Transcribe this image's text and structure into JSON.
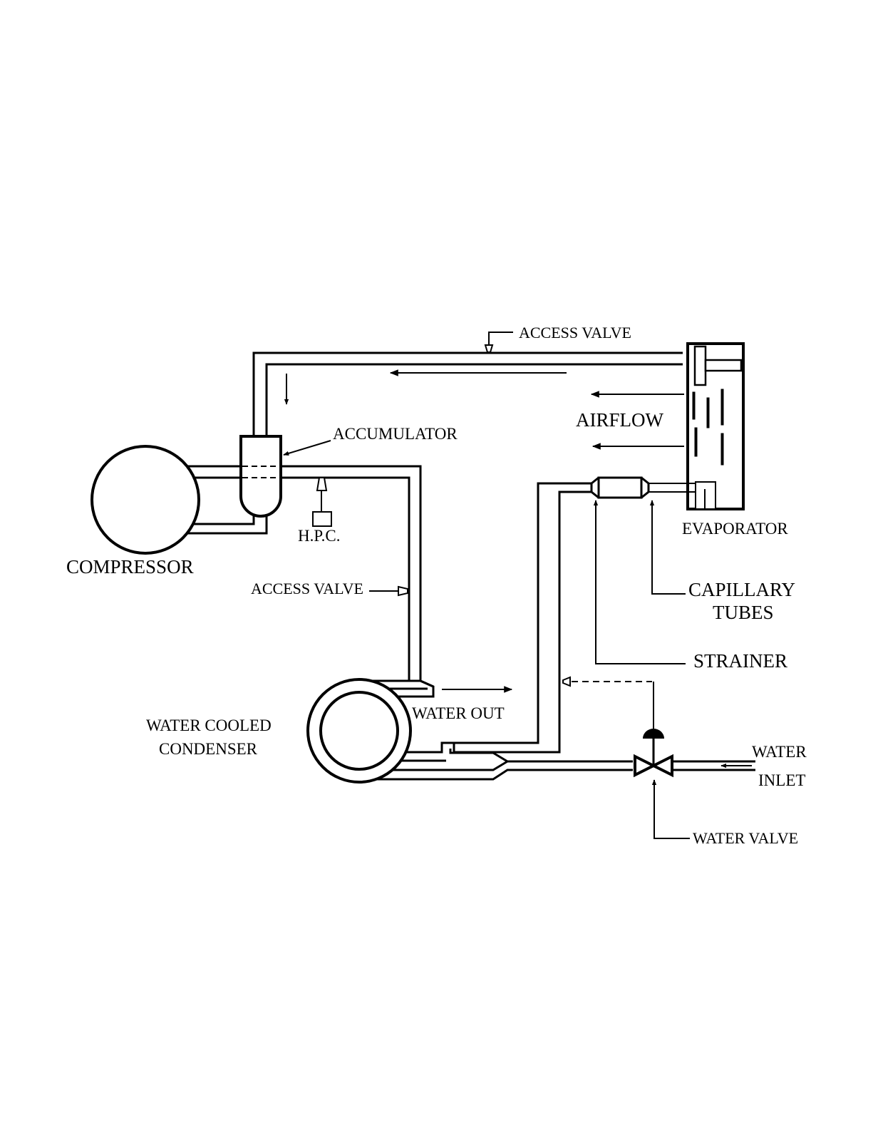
{
  "labels": {
    "access_valve_top": "ACCESS VALVE",
    "access_valve_mid": "ACCESS VALVE",
    "accumulator": "ACCUMULATOR",
    "airflow": "AIRFLOW",
    "hpc": "H.P.C.",
    "compressor": "COMPRESSOR",
    "evaporator": "EVAPORATOR",
    "capillary_line1": "CAPILLARY",
    "capillary_line2": "TUBES",
    "strainer": "STRAINER",
    "water_out": "WATER OUT",
    "condenser_line1": "WATER COOLED",
    "condenser_line2": "CONDENSER",
    "water_inlet_line1": "WATER",
    "water_inlet_line2": "INLET",
    "water_valve": "WATER VALVE"
  }
}
